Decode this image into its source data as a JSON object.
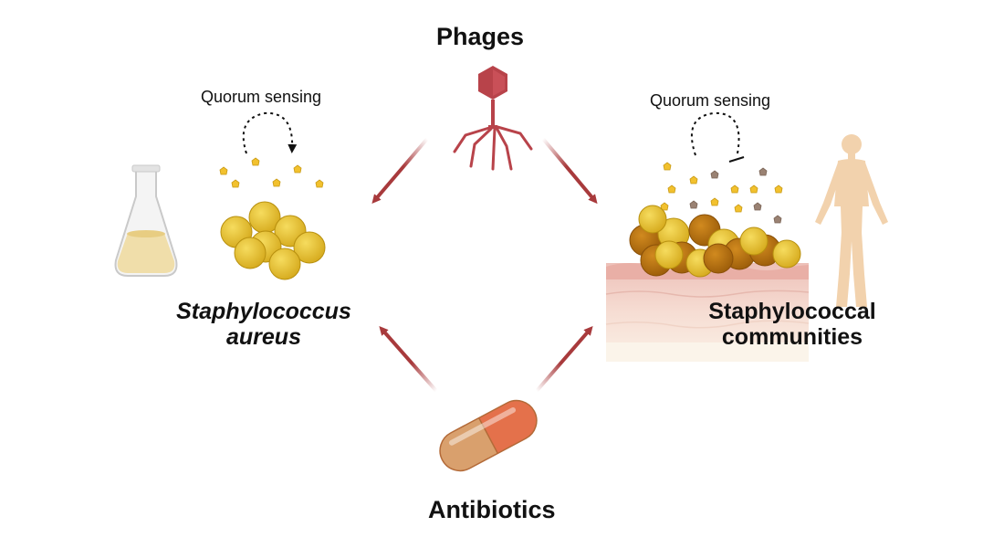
{
  "titles": {
    "top": "Phages",
    "bottom": "Antibiotics"
  },
  "left": {
    "quorum": "Quorum sensing",
    "organism_line1": "Staphylococcus",
    "organism_line2": "aureus",
    "context_icon": "erlenmeyer-flask-icon"
  },
  "right": {
    "quorum": "Quorum sensing",
    "community_line1": "Staphylococcal",
    "community_line2": "communities",
    "context_icon": "human-figure-icon"
  },
  "icons": {
    "phage": "bacteriophage-icon",
    "antibiotic": "capsule-icon",
    "skin": "skin-layers-icon"
  },
  "colors": {
    "arrow": "#a83a3c",
    "phage": "#b8434a",
    "coccus": "#e6c12f",
    "coccus_dark": "#b9730d",
    "signal": "#f2c12e",
    "inhibitor": "#9a8273",
    "capsule_left": "#d9a06d",
    "capsule_right": "#e4714b",
    "skin_top": "#efc3b9",
    "body": "#f2d2ad"
  }
}
